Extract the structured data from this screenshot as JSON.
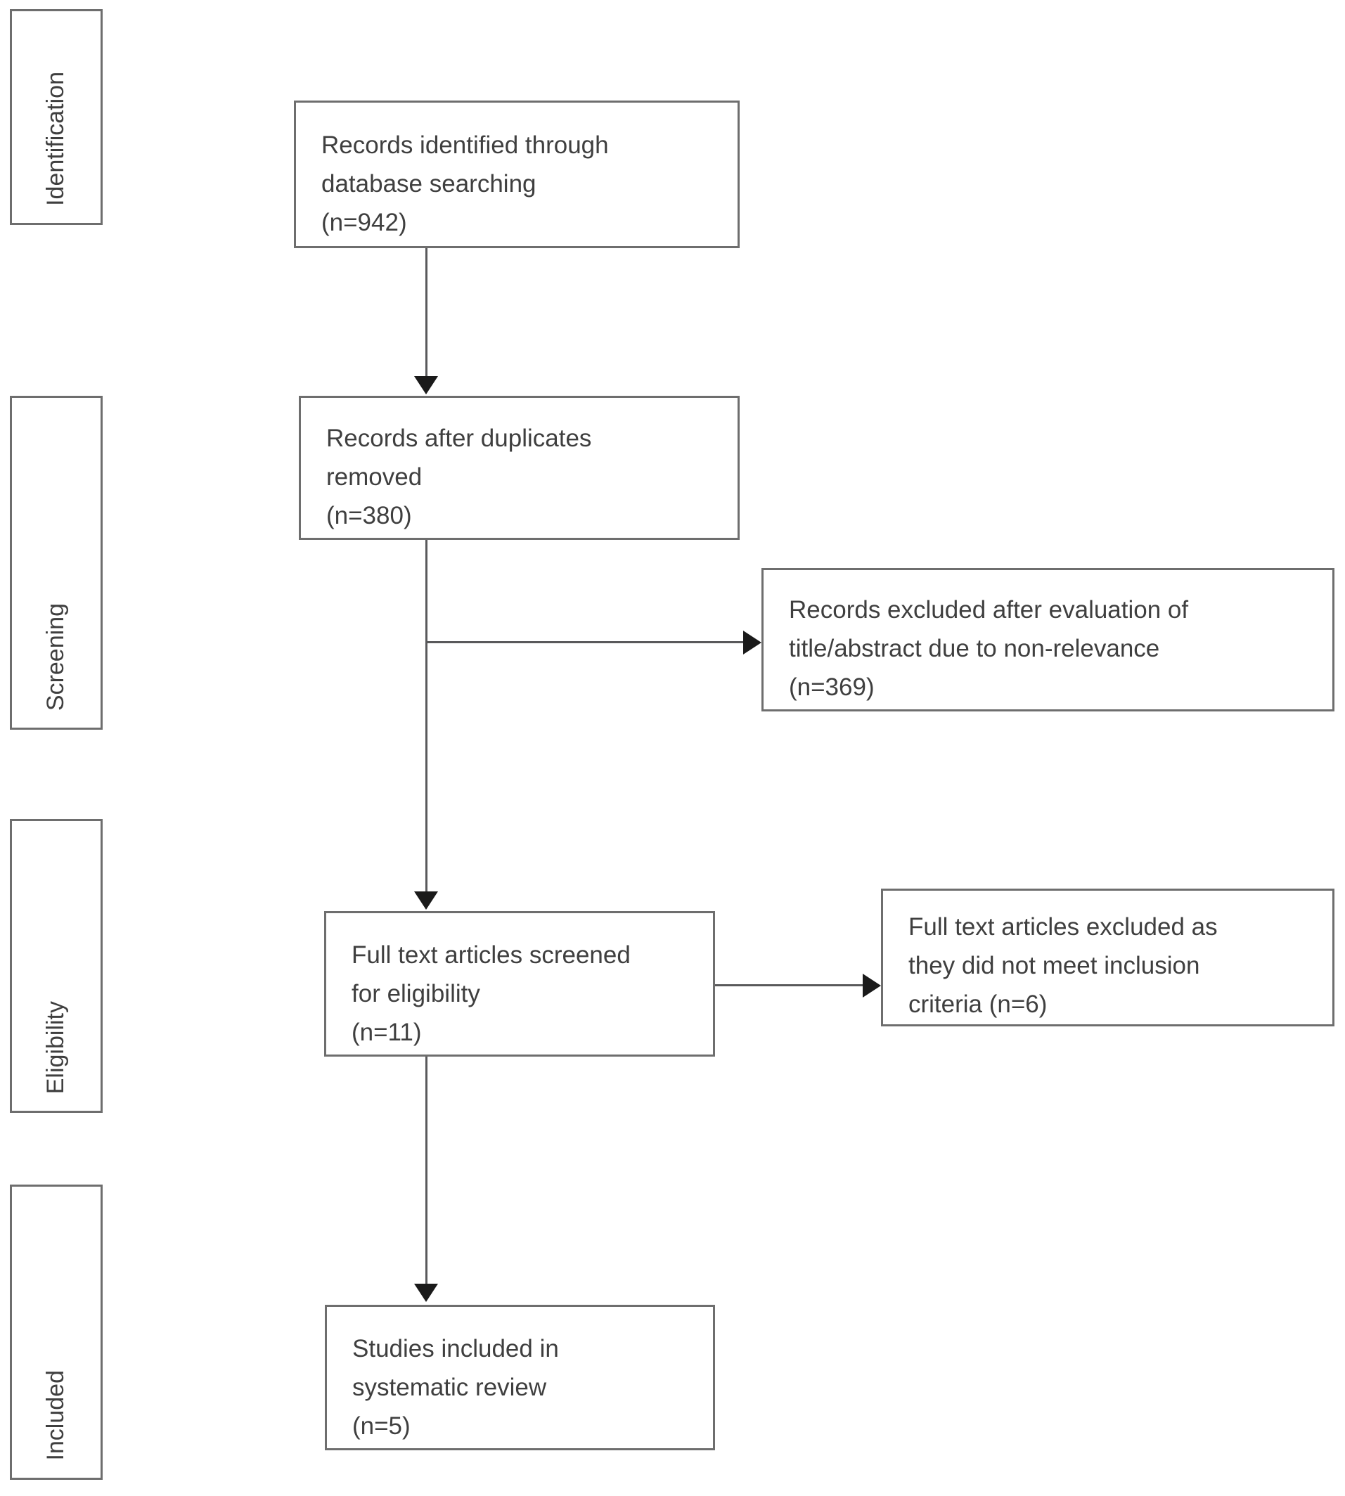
{
  "diagram": {
    "type": "prisma-flow-diagram",
    "phases": [
      {
        "id": "identification",
        "label": "Identification"
      },
      {
        "id": "screening",
        "label": "Screening"
      },
      {
        "id": "eligibility",
        "label": "Eligibility"
      },
      {
        "id": "included",
        "label": "Included"
      }
    ],
    "nodes": [
      {
        "id": "records-identified",
        "lines": [
          "Records identified through",
          "database searching",
          "(n=942)"
        ],
        "text": "Records identified through\ndatabase searching\n(n=942)",
        "count": 942,
        "count_label": "(n=942)"
      },
      {
        "id": "records-after-duplicates",
        "lines": [
          "Records after duplicates",
          "removed",
          "(n=380)"
        ],
        "text": "Records after duplicates\nremoved\n(n=380)",
        "count": 380,
        "count_label": "(n=380)"
      },
      {
        "id": "records-excluded-title-abstract",
        "lines": [
          "Records excluded after evaluation of",
          "title/abstract due to non-relevance",
          "(n=369)"
        ],
        "text": "Records excluded after evaluation of\ntitle/abstract due to non-relevance\n(n=369)",
        "count": 369,
        "count_label": "(n=369)"
      },
      {
        "id": "full-text-screened",
        "lines": [
          "Full text articles screened",
          "for eligibility",
          "(n=11)"
        ],
        "text": "Full text articles screened\nfor eligibility\n(n=11)",
        "count": 11,
        "count_label": "(n=11)"
      },
      {
        "id": "full-text-excluded",
        "lines": [
          "Full text articles excluded as",
          "they did not meet inclusion",
          "criteria (n=6)"
        ],
        "text": "Full text articles excluded as\nthey did not meet inclusion\ncriteria (n=6)",
        "count": 6,
        "count_label": "(n=6)"
      },
      {
        "id": "studies-included",
        "lines": [
          "Studies included in",
          "systematic review",
          "(n=5)"
        ],
        "text": "Studies included in\nsystematic review\n(n=5)",
        "count": 5,
        "count_label": "(n=5)"
      }
    ],
    "colors": {
      "box_border": "#6e6e6e",
      "connector": "#59595b",
      "arrow_head": "#1a1a1a",
      "text": "#3f3f3f",
      "background": "#ffffff"
    }
  }
}
